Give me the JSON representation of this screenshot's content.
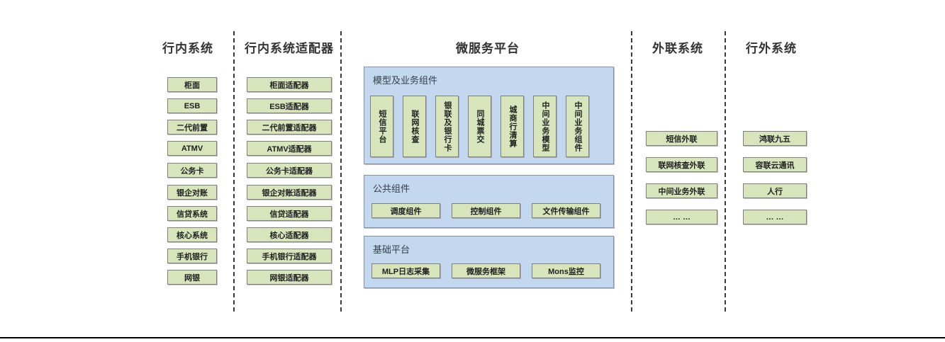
{
  "diagram": {
    "title_font_color": "#333333",
    "box_fill": "#d8e4bc",
    "box_border": "#7f7f7f",
    "panel_fill": "#c3d7ef",
    "panel_border": "#8094ab",
    "divider_color": "#3a3a3a"
  },
  "columns": {
    "internal_systems": {
      "title": "行内系统",
      "items": [
        {
          "label": "柜面"
        },
        {
          "label": "ESB"
        },
        {
          "label": "二代前置"
        },
        {
          "label": "ATMV"
        },
        {
          "label": "公务卡"
        },
        {
          "label": "银企对账"
        },
        {
          "label": "信贷系统"
        },
        {
          "label": "核心系统"
        },
        {
          "label": "手机银行"
        },
        {
          "label": "网银"
        }
      ]
    },
    "internal_adapters": {
      "title": "行内系统适配器",
      "items": [
        {
          "label": "柜面适配器"
        },
        {
          "label": "ESB适配器"
        },
        {
          "label": "二代前置适配器"
        },
        {
          "label": "ATMV适配器"
        },
        {
          "label": "公务卡适配器"
        },
        {
          "label": "银企对账适配器"
        },
        {
          "label": "信贷适配器"
        },
        {
          "label": "核心适配器"
        },
        {
          "label": "手机银行适配器"
        },
        {
          "label": "网银适配器"
        }
      ]
    },
    "microservice_platform": {
      "title": "微服务平台",
      "groups": [
        {
          "label": "模型及业务组件",
          "orientation": "vertical",
          "items": [
            {
              "label": "短信平台"
            },
            {
              "label": "联网核查"
            },
            {
              "label": "银联及银行卡"
            },
            {
              "label": "同城票交"
            },
            {
              "label": "城商行清算"
            },
            {
              "label": "中间业务模型"
            },
            {
              "label": "中间业务组件"
            }
          ]
        },
        {
          "label": "公共组件",
          "orientation": "horizontal",
          "items": [
            {
              "label": "调度组件"
            },
            {
              "label": "控制组件"
            },
            {
              "label": "文件传输组件"
            }
          ]
        },
        {
          "label": "基础平台",
          "orientation": "horizontal",
          "items": [
            {
              "label": "MLP日志采集"
            },
            {
              "label": "微服务框架"
            },
            {
              "label": "Mons监控"
            }
          ]
        }
      ]
    },
    "external_link_systems": {
      "title": "外联系统",
      "items": [
        {
          "label": "短信外联"
        },
        {
          "label": "联网核查外联"
        },
        {
          "label": "中间业务外联"
        },
        {
          "label": "… …"
        }
      ]
    },
    "outside_systems": {
      "title": "行外系统",
      "items": [
        {
          "label": "鸿联九五"
        },
        {
          "label": "容联云通讯"
        },
        {
          "label": "人行"
        },
        {
          "label": "… …"
        }
      ]
    }
  }
}
